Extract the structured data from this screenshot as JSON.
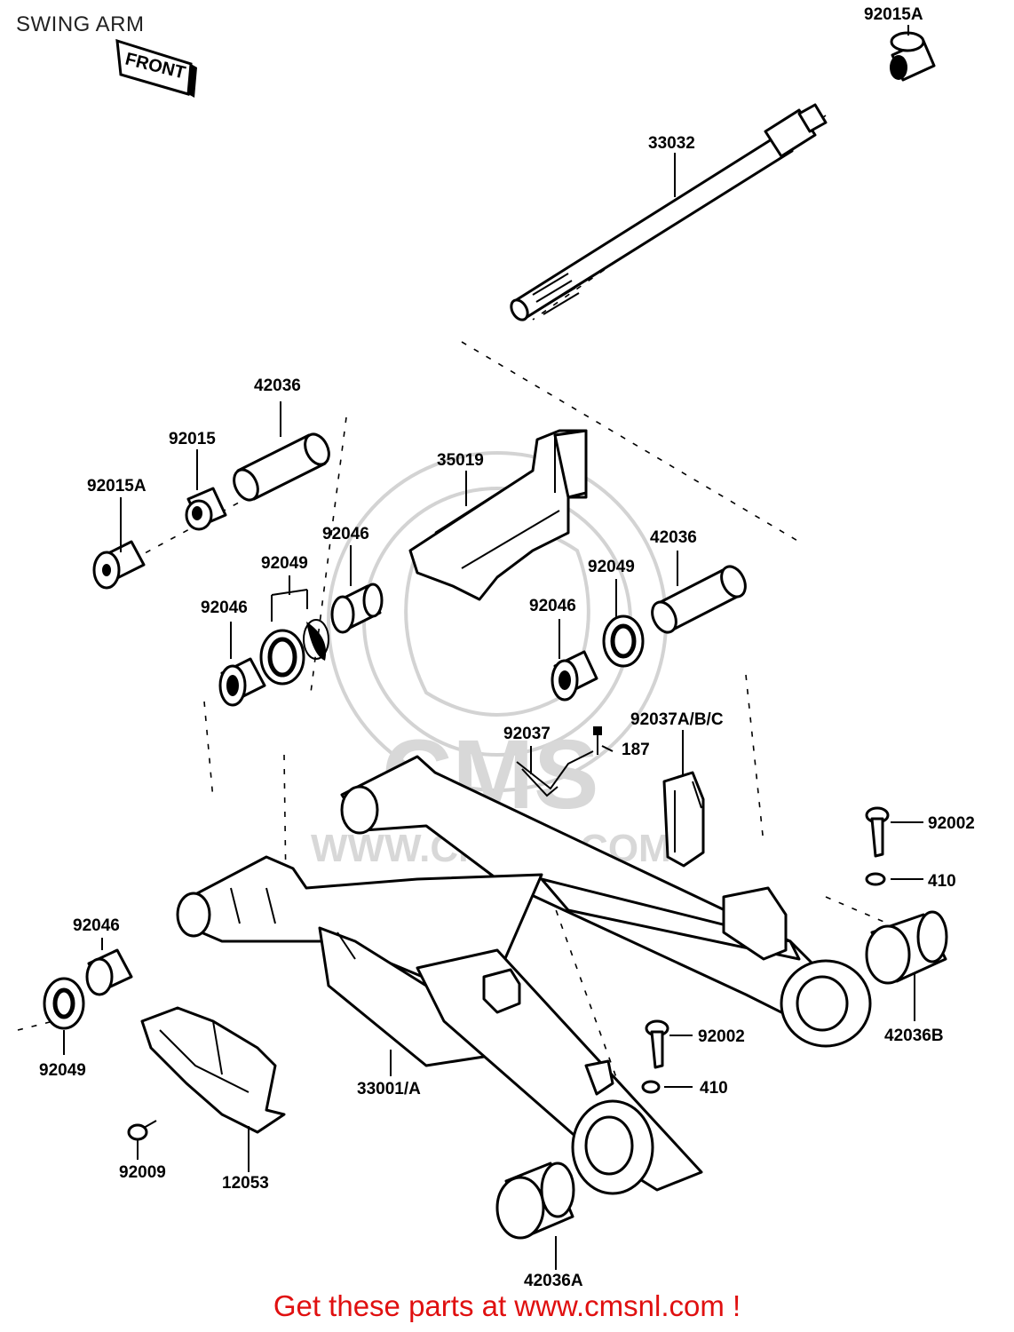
{
  "page": {
    "title": "SWING ARM",
    "front_marker": "FRONT",
    "footer_text": "Get these parts at www.cmsnl.com !"
  },
  "watermark": {
    "brand": "CMS",
    "url": "WWW.CMSNL.COM"
  },
  "part_labels": [
    "92015A",
    "33032",
    "42036",
    "92015",
    "92015A",
    "35019",
    "92046",
    "92049",
    "92046",
    "42036",
    "92049",
    "92046",
    "92037",
    "187",
    "92037A/B/C",
    "92002",
    "410",
    "92046",
    "42036B",
    "92049",
    "92002",
    "410",
    "33001/A",
    "92009",
    "12053",
    "42036A"
  ]
}
